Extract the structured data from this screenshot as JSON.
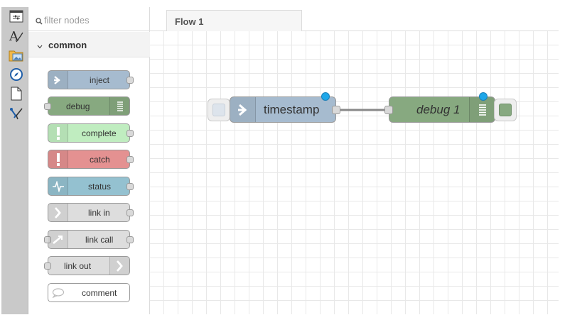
{
  "sidebar_icons": [
    "info-icon",
    "help-icon",
    "context-icon",
    "navigator-icon",
    "debug-icon",
    "config-icon"
  ],
  "palette": {
    "filter_placeholder": "filter nodes",
    "category": "common",
    "nodes": [
      {
        "label": "inject",
        "color": "#a6bbcf"
      },
      {
        "label": "debug",
        "color": "#87a980"
      },
      {
        "label": "complete",
        "color": "#c0edc0"
      },
      {
        "label": "catch",
        "color": "#e49191"
      },
      {
        "label": "status",
        "color": "#94c1d0"
      },
      {
        "label": "link in",
        "color": "#dddddd"
      },
      {
        "label": "link call",
        "color": "#dddddd"
      },
      {
        "label": "link out",
        "color": "#dddddd"
      },
      {
        "label": "comment",
        "color": "#ffffff"
      }
    ]
  },
  "workspace": {
    "tab": "Flow 1",
    "nodes": [
      {
        "label": "timestamp",
        "type": "inject",
        "color": "#a6bbcf"
      },
      {
        "label": "debug 1",
        "type": "debug",
        "color": "#87a980"
      }
    ]
  }
}
